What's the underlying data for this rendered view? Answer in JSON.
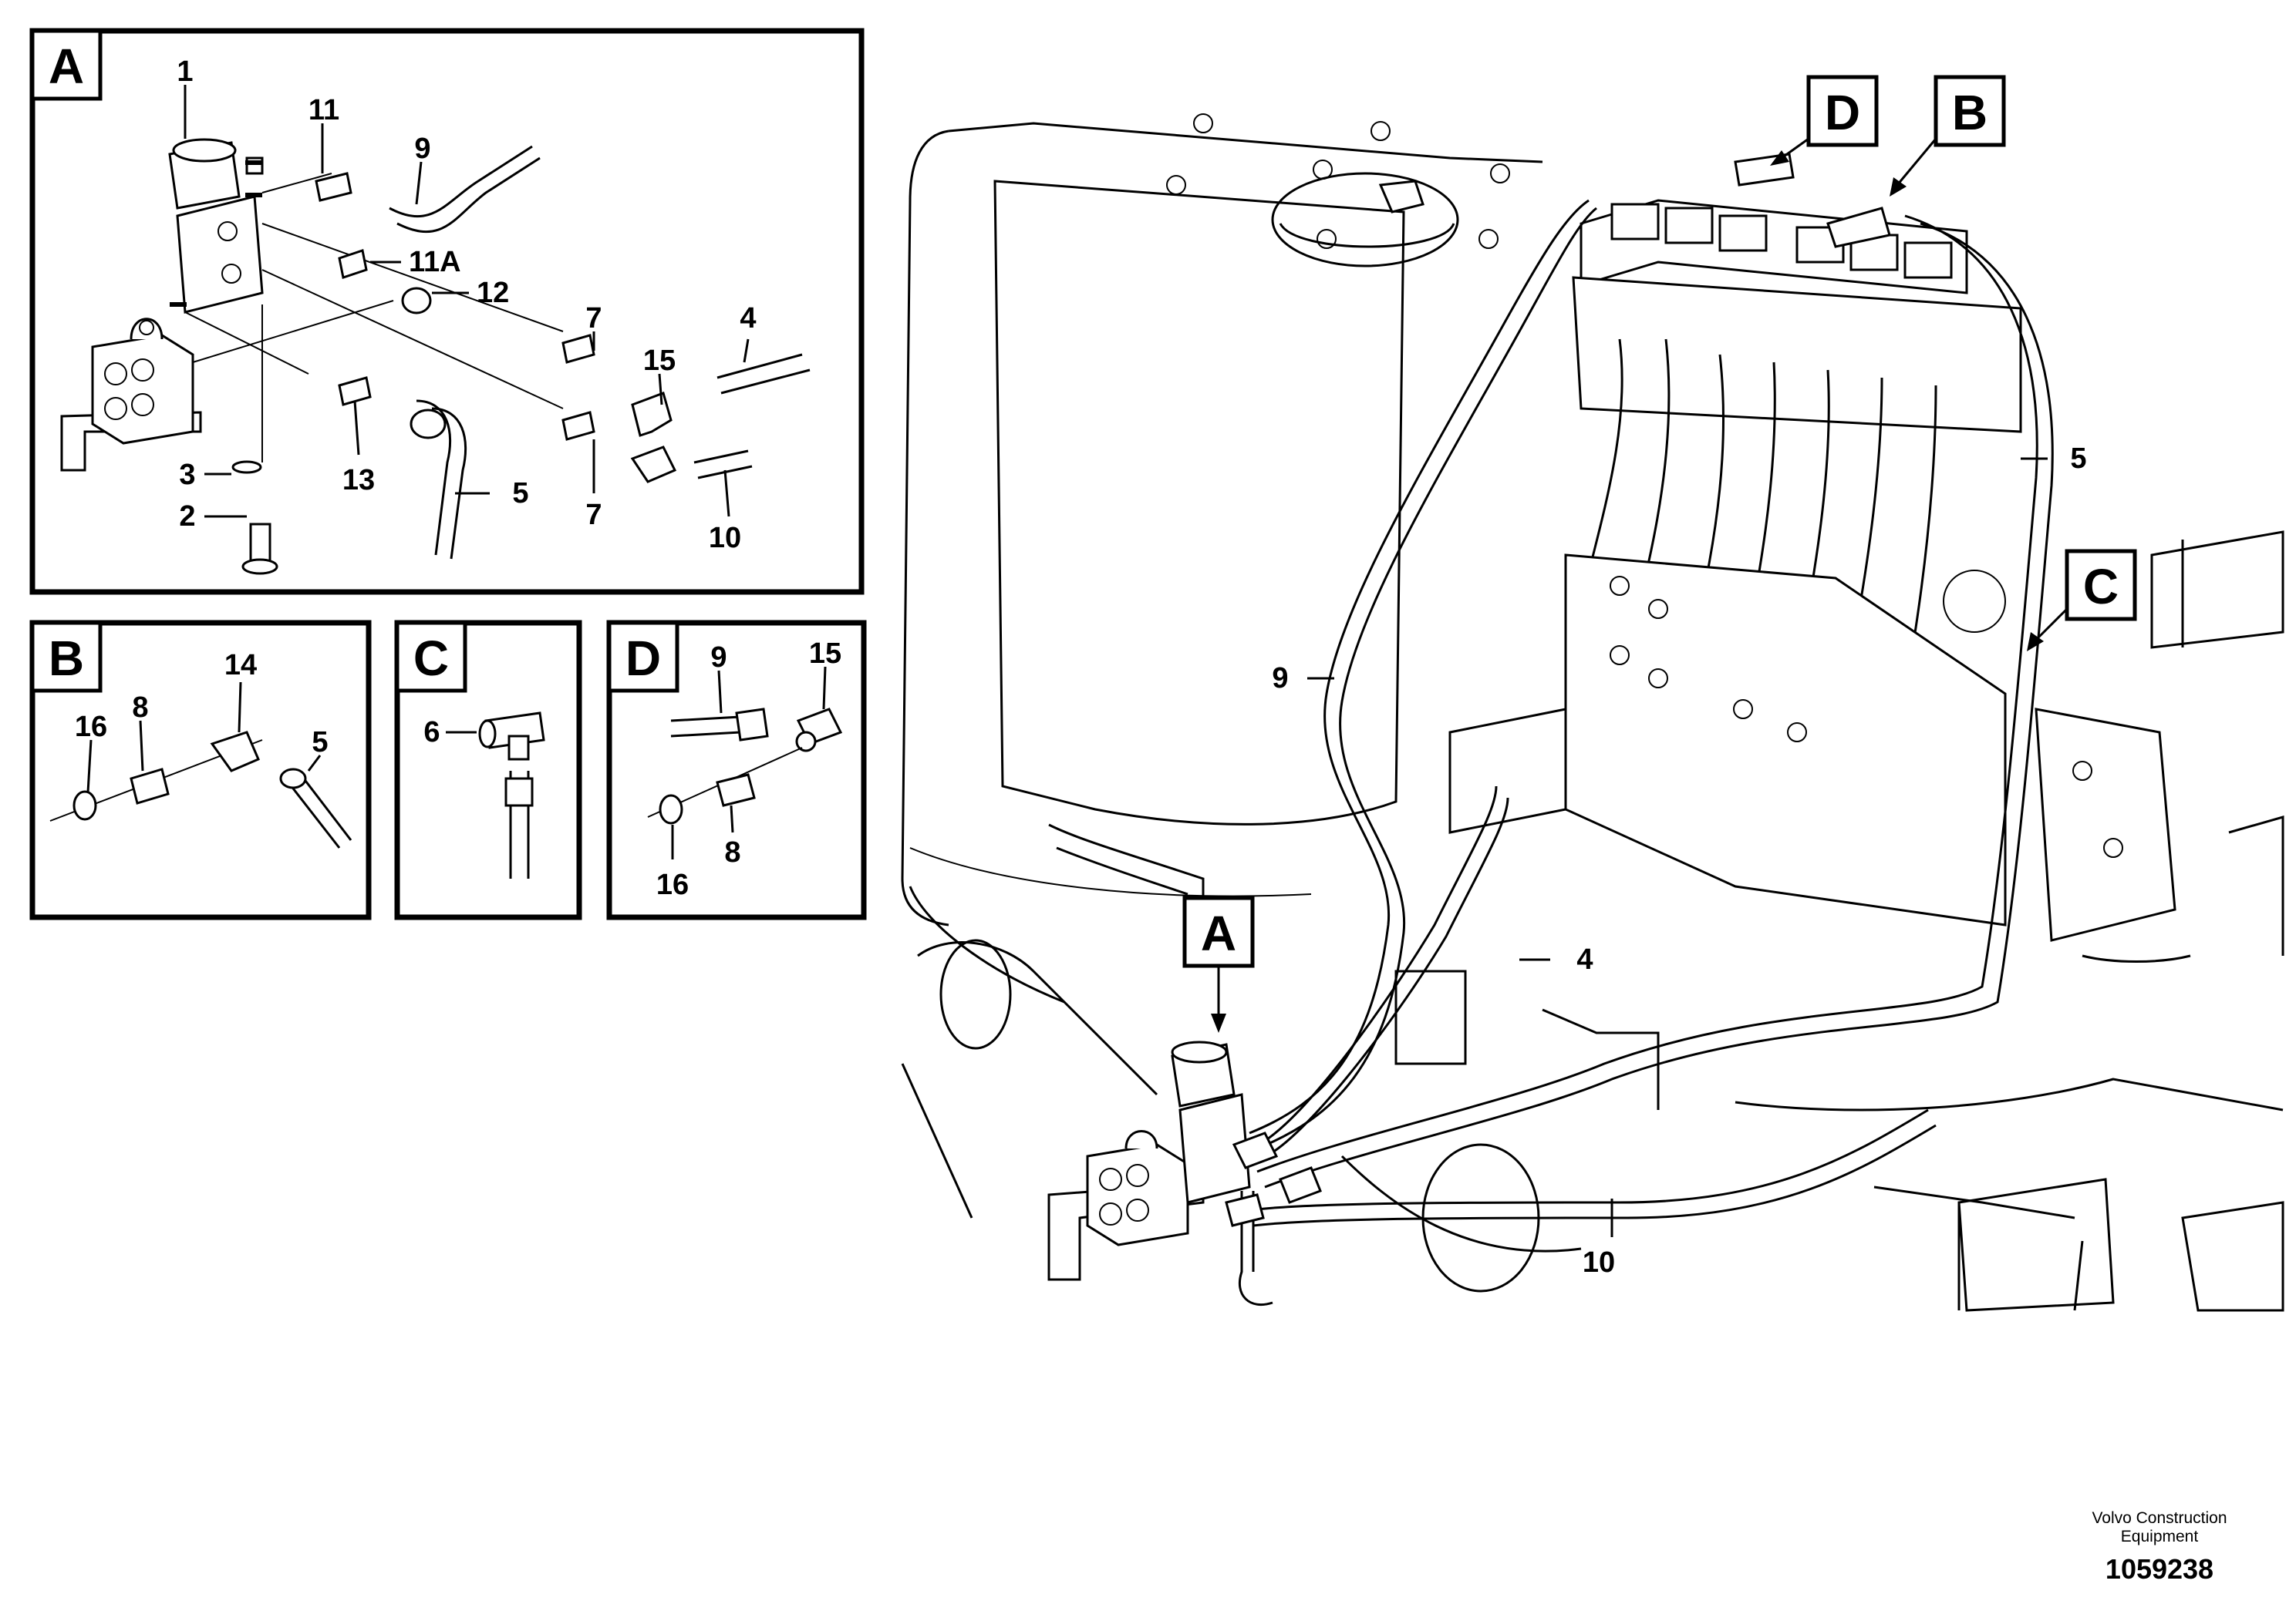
{
  "detail_a": {
    "tag": "A",
    "callouts": {
      "c1": "1",
      "c11": "11",
      "c9": "9",
      "c11a": "11A",
      "c12": "12",
      "c7a": "7",
      "c15": "15",
      "c4": "4",
      "c3": "3",
      "c13": "13",
      "c5": "5",
      "c7b": "7",
      "c2": "2",
      "c10": "10"
    }
  },
  "detail_b": {
    "tag": "B",
    "callouts": {
      "c14": "14",
      "c16": "16",
      "c8": "8",
      "c5": "5"
    }
  },
  "detail_c": {
    "tag": "C",
    "callouts": {
      "c6": "6"
    }
  },
  "detail_d": {
    "tag": "D",
    "callouts": {
      "c9": "9",
      "c15": "15",
      "c8": "8",
      "c16": "16"
    }
  },
  "main_view": {
    "tags": {
      "a": "A",
      "b": "B",
      "c": "C",
      "d": "D"
    },
    "callouts": {
      "c5": "5",
      "c9": "9",
      "c4": "4",
      "c10": "10"
    }
  },
  "footer": {
    "company_line1": "Volvo Construction",
    "company_line2": "Equipment",
    "drawing_number": "1059238"
  }
}
